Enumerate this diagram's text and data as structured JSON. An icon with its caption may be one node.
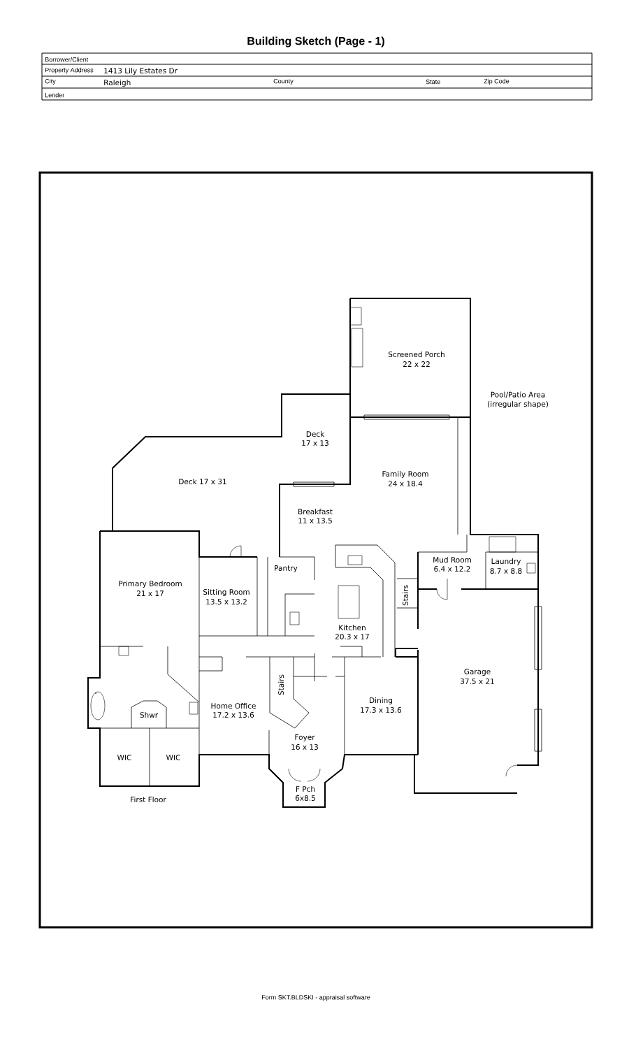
{
  "diagram": {
    "title": "Building Sketch (Page - 1)",
    "labels": [
      "Borrower/Client",
      "Property Address",
      "1413 Lily Estates Dr",
      "City",
      "Raleigh",
      "County",
      "State",
      "Zip Code",
      "Lender",
      "Screened Porch",
      "22 x 22",
      "Pool/Patio Area",
      "(irregular shape)",
      "Deck",
      "17 x 13",
      "Family Room",
      "24 x 18.4",
      "Deck 17 x 31",
      "Breakfast",
      "11 x 13.5",
      "Mud Room",
      "6.4 x 12.2",
      "Laundry",
      "8.7 x 8.8",
      "Pantry",
      "Primary Bedroom",
      "21 x 17",
      "Sitting Room",
      "13.5 x 13.2",
      "Stairs",
      "Kitchen",
      "20.3 x 17",
      "Garage",
      "37.5 x 21",
      "Stairs",
      "Home Office",
      "17.2 x 13.6",
      "Shwr",
      "Dining",
      "17.3 x 13.6",
      "Foyer",
      "16 x 13",
      "WIC",
      "WIC",
      "F Pch",
      "6x8.5",
      "First Floor",
      "Form SKT.BLDSKI - appraisal software"
    ]
  }
}
